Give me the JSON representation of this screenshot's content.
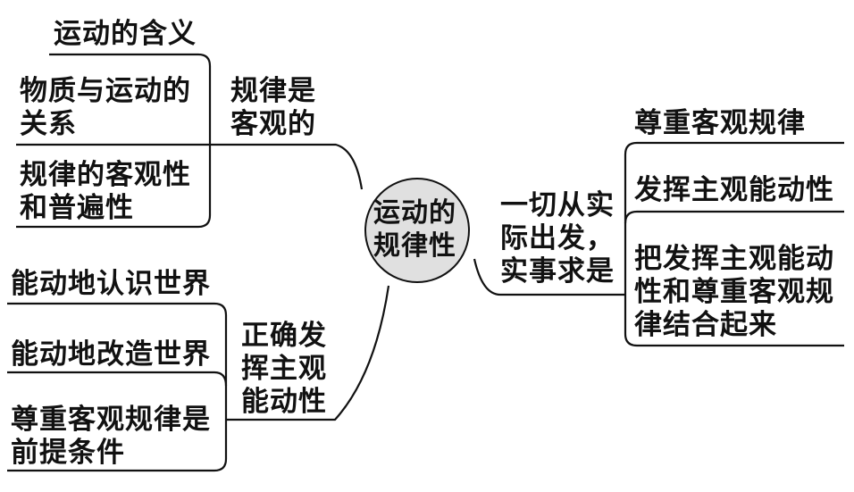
{
  "center": {
    "lines": [
      "运动的",
      "规律性"
    ]
  },
  "branches": {
    "objective": {
      "label": [
        "规律是",
        "客观的"
      ],
      "items": [
        {
          "lines": [
            "运动的含义"
          ]
        },
        {
          "lines": [
            "物质与运动的",
            "关系"
          ]
        },
        {
          "lines": [
            "规律的客观性",
            "和普遍性"
          ]
        }
      ]
    },
    "initiative": {
      "label": [
        "正确发",
        "挥主观",
        "能动性"
      ],
      "items": [
        {
          "lines": [
            "能动地认识世界"
          ]
        },
        {
          "lines": [
            "能动地改造世界"
          ]
        },
        {
          "lines": [
            "尊重客观规律是",
            "前提条件"
          ]
        }
      ]
    },
    "practice": {
      "label": [
        "一切从实",
        "际出发，",
        "实事求是"
      ],
      "items": [
        {
          "lines": [
            "尊重客观规律"
          ]
        },
        {
          "lines": [
            "发挥主观能动性"
          ]
        },
        {
          "lines": [
            "把发挥主观能动",
            "性和尊重客观规",
            "律结合起来"
          ]
        }
      ]
    }
  },
  "colors": {
    "center_fill": "#e0e0e0",
    "line": "#111111"
  }
}
